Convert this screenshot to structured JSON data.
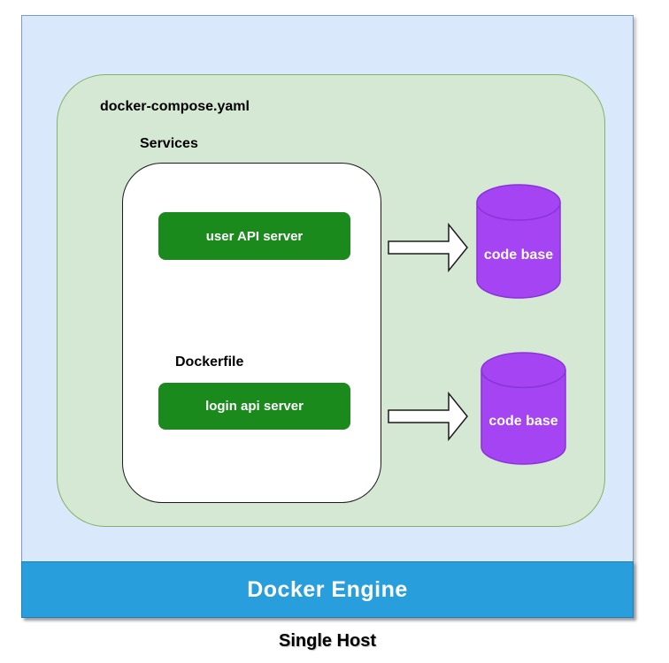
{
  "diagram": {
    "host_label": "Single Host",
    "engine_label": "Docker Engine",
    "compose_label": "docker-compose.yaml",
    "services_label": "Services",
    "dockerfile_label": "Dockerfile",
    "services": [
      {
        "label": "user API server"
      },
      {
        "label": "login api server"
      }
    ],
    "codebases": [
      {
        "label": "code base"
      },
      {
        "label": "code base"
      }
    ]
  },
  "colors": {
    "host_fill": "#DAE8FC",
    "host_border": "#7E99C8",
    "compose_fill": "#D5E8D4",
    "compose_border": "#82B366",
    "service_green": "#1A8A1C",
    "engine_fill": "#299EDC",
    "engine_border": "#1E7FB8",
    "cylinder_fill": "#A544F2",
    "cylinder_stroke": "#8A33D6",
    "line_dark": "#1A1A1A"
  }
}
